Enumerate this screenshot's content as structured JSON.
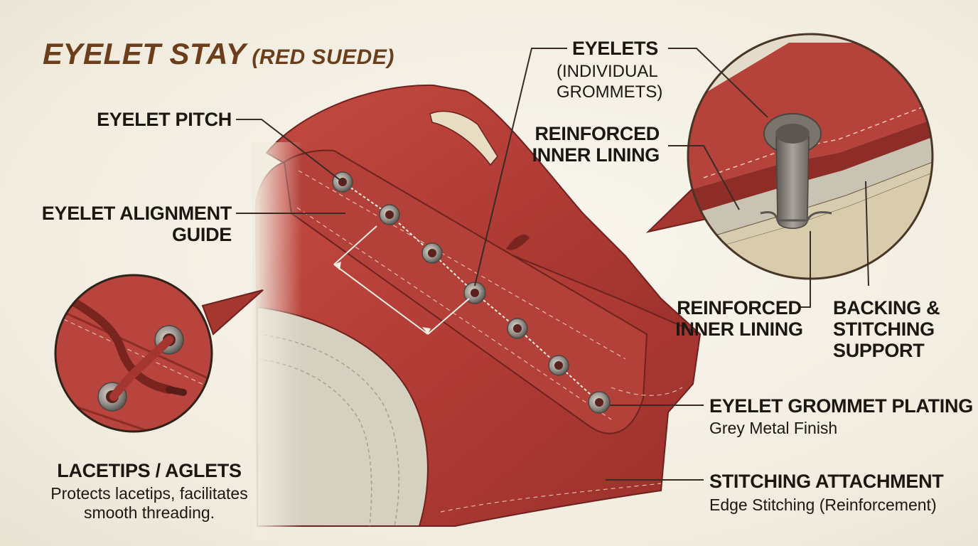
{
  "title": {
    "main": "EYELET STAY",
    "sub": "(RED SUEDE)"
  },
  "labels": {
    "eyelet_pitch": "EYELET PITCH",
    "alignment_guide_1": "EYELET ALIGNMENT",
    "alignment_guide_2": "GUIDE",
    "eyelets": "EYELETS",
    "eyelets_sub_1": "(INDIVIDUAL",
    "eyelets_sub_2": "GROMMETS)",
    "reinforced_top_1": "REINFORCED",
    "reinforced_top_2": "INNER LINING",
    "reinforced_bottom_1": "REINFORCED",
    "reinforced_bottom_2": "INNER LINING",
    "backing_1": "BACKING &",
    "backing_2": "STITCHING",
    "backing_3": "SUPPORT",
    "plating": "EYELET GROMMET PLATING",
    "plating_sub": "Grey Metal Finish",
    "stitching": "STITCHING ATTACHMENT",
    "stitching_sub": "Edge Stitching (Reinforcement)",
    "lacetips": "LACETIPS / AGLETS",
    "lacetips_sub_1": "Protects lacetips, facilitates",
    "lacetips_sub_2": "smooth threading."
  },
  "colors": {
    "suede": "#b8403a",
    "suede_dark": "#8e2c28",
    "suede_light": "#cc5a4e",
    "canvas": "#d9d3c4",
    "metal": "#8a8580",
    "ink": "#1c1712",
    "title": "#6b3e1c"
  },
  "icons": [
    "eyelet-icon",
    "lace-icon",
    "aglet-icon"
  ]
}
